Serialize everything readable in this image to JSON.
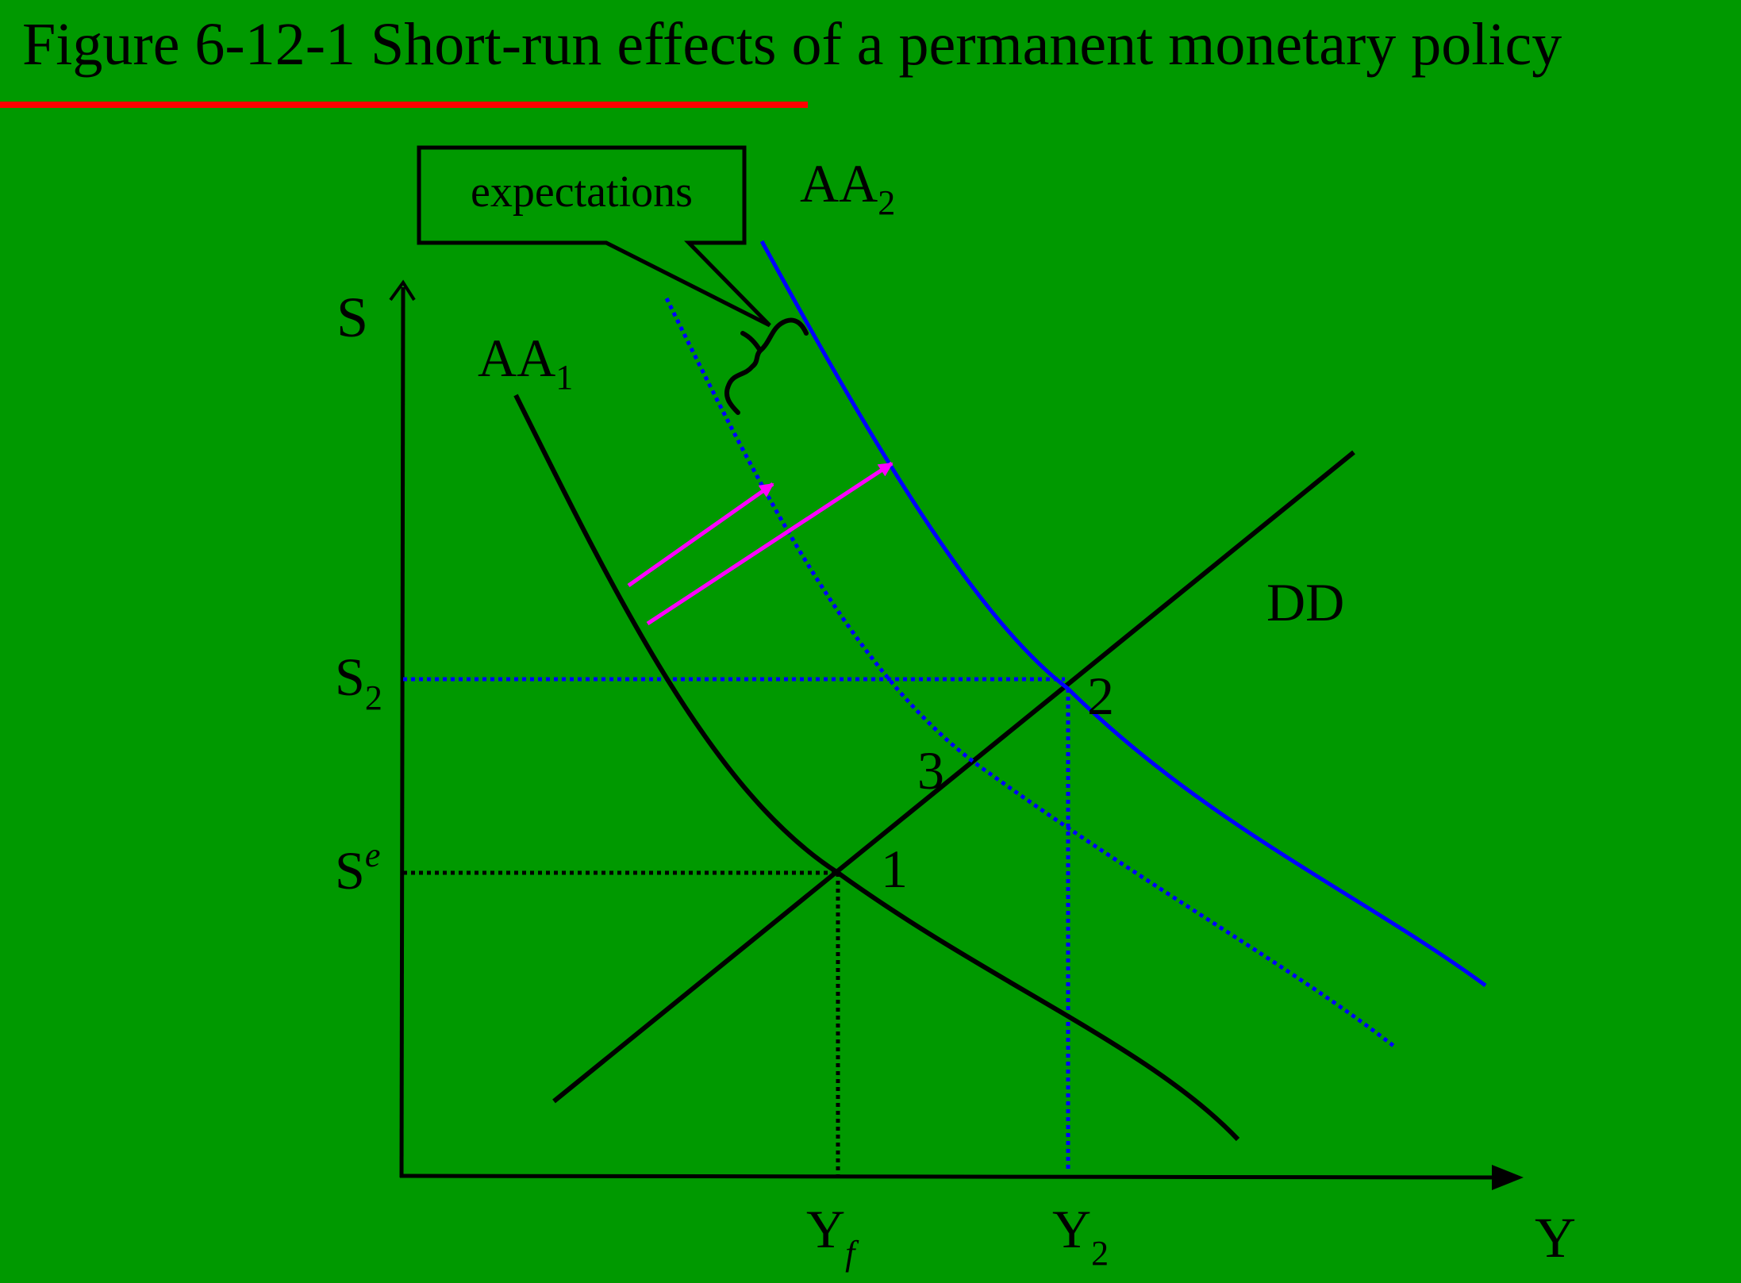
{
  "title": "Figure 6-12-1 Short-run effects of a permanent monetary policy",
  "colors": {
    "background": "#009900",
    "title_underline": "#ff0000",
    "aa1_curve": "#000000",
    "aa2_curve": "#0000ff",
    "dotted_curve": "#0000ff",
    "dd_curve": "#000000",
    "shift_arrows": "#ff00ff"
  },
  "callout": {
    "text": "expectations"
  },
  "axes": {
    "y_label": "S",
    "x_label": "Y"
  },
  "curves": {
    "aa1": {
      "base": "AA",
      "sub": "1"
    },
    "aa2": {
      "base": "AA",
      "sub": "2"
    },
    "dd": "DD"
  },
  "ticks": {
    "s2": {
      "base": "S",
      "sub": "2"
    },
    "se": {
      "base": "S",
      "sup": "e"
    },
    "yf": {
      "base": "Y",
      "sub": "f"
    },
    "y2": {
      "base": "Y",
      "sub": "2"
    }
  },
  "points": {
    "p1": "1",
    "p2": "2",
    "p3": "3"
  }
}
